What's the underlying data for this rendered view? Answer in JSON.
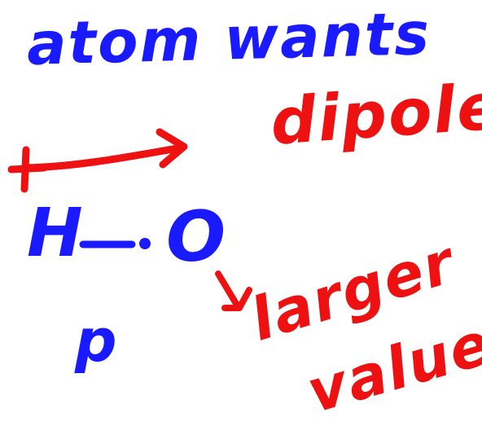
{
  "text": {
    "atom_wants": "atom wants",
    "dipole": "dipole",
    "H": "H",
    "O": "O",
    "p": "p",
    "larger": "larger",
    "value": "value"
  },
  "symbols": {
    "plus": "+"
  },
  "colors": {
    "blue": "#1a1aff",
    "red": "#ee1111",
    "background": "#ffffff"
  }
}
